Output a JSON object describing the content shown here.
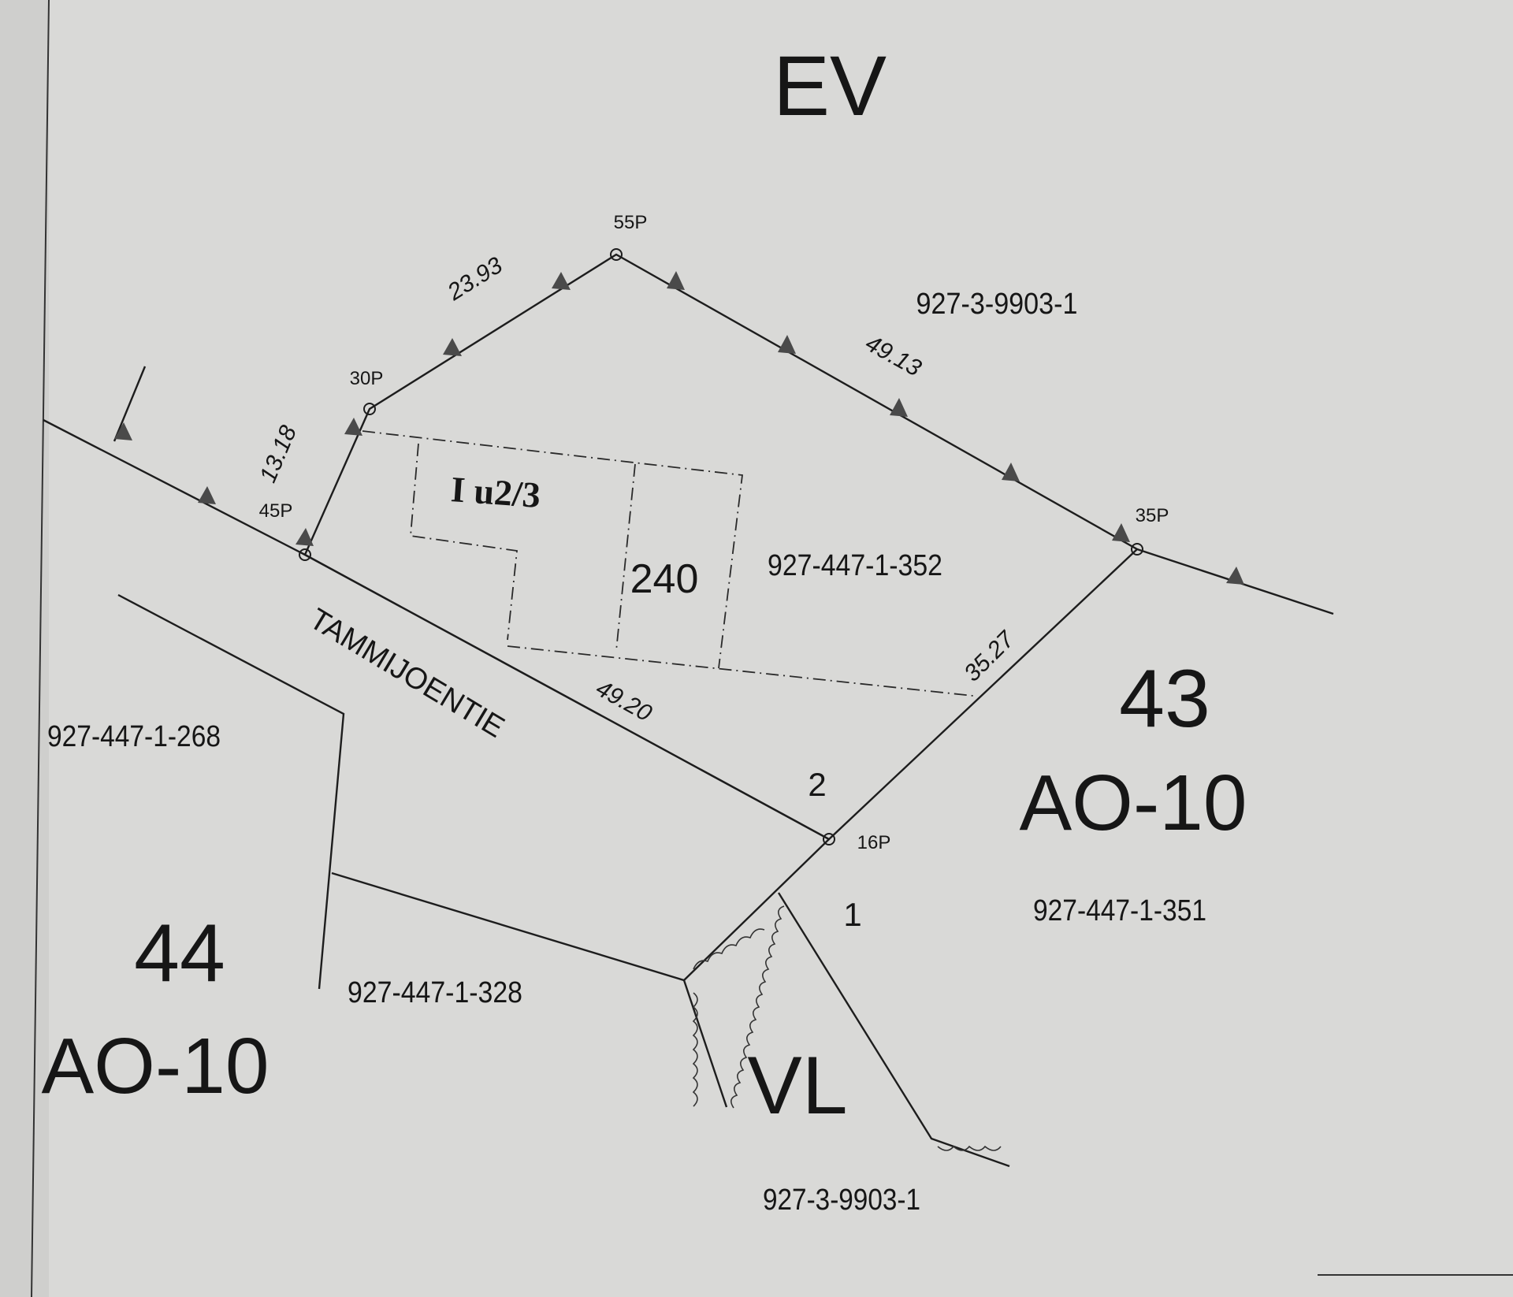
{
  "zones": {
    "ev": "EV",
    "vl": "VL",
    "block_43": "43",
    "block_43_zone": "AO-10",
    "block_44": "44",
    "block_44_zone": "AO-10"
  },
  "parcels": {
    "north": "927-3-9903-1",
    "main": "927-447-1-352",
    "west": "927-447-1-268",
    "southwest": "927-447-1-328",
    "east": "927-447-1-351",
    "south": "927-3-9903-1"
  },
  "points": {
    "p55": "55P",
    "p30": "30P",
    "p45": "45P",
    "p35": "35P",
    "p16": "16P"
  },
  "distances": {
    "d_30_55": "23.93",
    "d_55_35": "49.13",
    "d_45_30": "13.18",
    "d_45_16": "49.20",
    "d_16_35": "35.27"
  },
  "building": {
    "floors": "I u2/3",
    "area": "240"
  },
  "road": "TAMMIJOENTIE",
  "plot_numbers": {
    "plot_2": "2",
    "plot_1": "1"
  }
}
